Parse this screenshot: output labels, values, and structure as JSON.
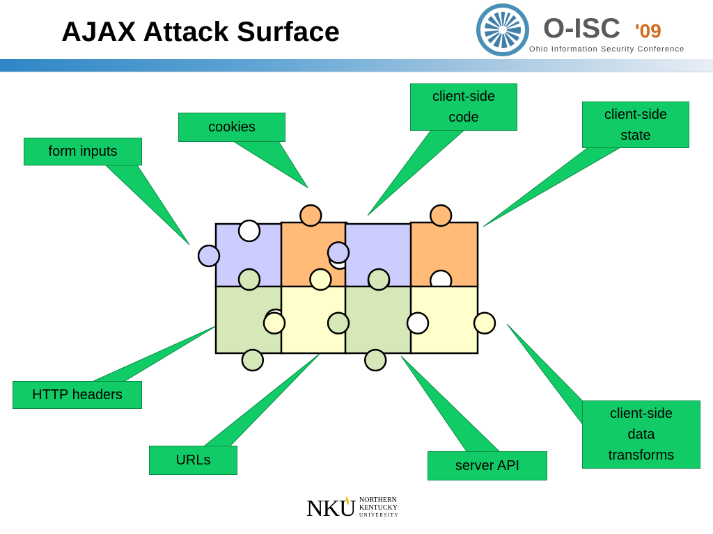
{
  "slide": {
    "title": "AJAX Attack Surface"
  },
  "conference_logo": {
    "name": "O-ISC",
    "year": "'09",
    "subtitle": "Ohio Information Security Conference",
    "icon": "starburst-icon",
    "color_ring": "#4a90b8",
    "color_text": "#5a5a5a",
    "color_year": "#d06a1e"
  },
  "university_logo": {
    "mark": "NKU",
    "line1": "NORTHERN",
    "line2": "KENTUCKY",
    "line3": "UNIVERSITY",
    "icon": "torch-icon",
    "color_mark": "#000000",
    "color_torch": "#f0b400"
  },
  "callouts": [
    {
      "id": "cookies",
      "label": "cookies"
    },
    {
      "id": "form-inputs",
      "label": "form inputs"
    },
    {
      "id": "client-side-code",
      "label": "client-side code"
    },
    {
      "id": "client-side-state",
      "label": "client-side state"
    },
    {
      "id": "http-headers",
      "label": "HTTP headers"
    },
    {
      "id": "urls",
      "label": "URLs"
    },
    {
      "id": "server-api",
      "label": "server API"
    },
    {
      "id": "client-side-data-transforms",
      "label": "client-side data transforms"
    }
  ],
  "puzzle": {
    "icon": "puzzle-pieces-icon",
    "colors": {
      "lavender": "#ccccff",
      "orange": "#ffbb77",
      "green": "#d6e8b8",
      "cream": "#ffffcc",
      "outline": "#000000"
    }
  },
  "colors": {
    "callout_fill": "#11cc66",
    "callout_border": "#0a8a44"
  }
}
